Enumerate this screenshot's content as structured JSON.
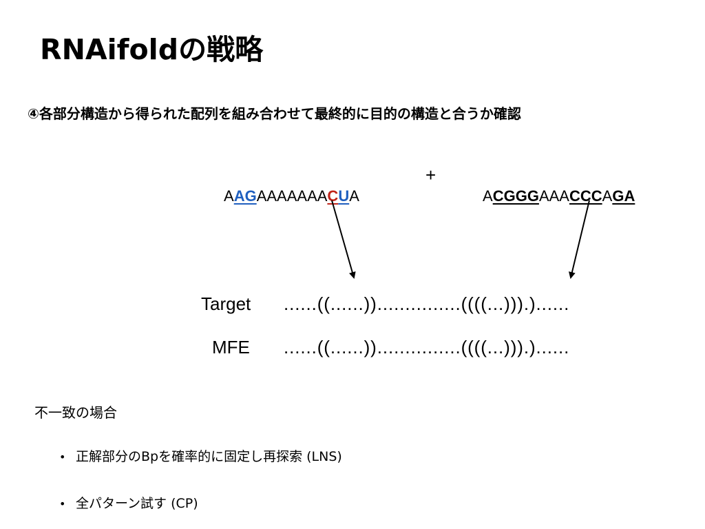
{
  "title": "RNAifoldの戦略",
  "subtitle": "④各部分構造から得られた配列を組み合わせて最終的に目的の構造と合うか確認",
  "sequences": {
    "seq1": [
      {
        "text": "A",
        "style": "plain"
      },
      {
        "text": "AG",
        "style": "blue"
      },
      {
        "text": "AAAAAAA",
        "style": "plain"
      },
      {
        "text": "C",
        "style": "red"
      },
      {
        "text": "U",
        "style": "blue"
      },
      {
        "text": "A",
        "style": "plain"
      }
    ],
    "plus": "+",
    "seq2": [
      {
        "text": "A",
        "style": "plain"
      },
      {
        "text": "CGGG",
        "style": "black"
      },
      {
        "text": "AAA",
        "style": "plain"
      },
      {
        "text": "CCC",
        "style": "black"
      },
      {
        "text": "A",
        "style": "plain"
      },
      {
        "text": "GA",
        "style": "black"
      }
    ]
  },
  "structures": {
    "target_label": "Target",
    "target": "......((......))...............((((...))).)......",
    "mfe_label": "MFE",
    "mfe": "......((......))...............((((...))).)......"
  },
  "mismatch_heading": "不一致の場合",
  "bullets": [
    "正解部分のBpを確率的に固定し再探索 (LNS)",
    "全パターン試す (CP)"
  ],
  "bullet_symbol": "•",
  "colors": {
    "blue": "#1f5fbf",
    "red": "#c0241a"
  }
}
